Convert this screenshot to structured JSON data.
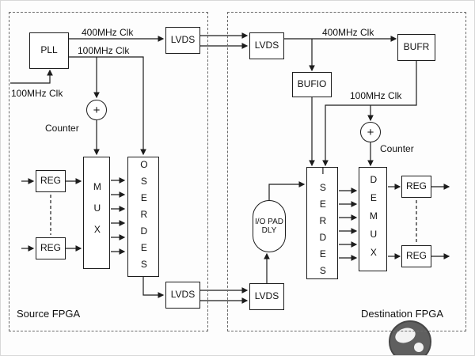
{
  "source": {
    "title": "Source FPGA",
    "pll": "PLL",
    "clk400": "400MHz Clk",
    "clk100": "100MHz Clk",
    "clk100_input": "100MHz Clk",
    "plus": "+",
    "counter": "Counter",
    "reg_top": "REG",
    "reg_bottom": "REG",
    "mux": "MUX",
    "oserdes": "OSERDES",
    "lvds_top": "LVDS",
    "lvds_bottom": "LVDS"
  },
  "destination": {
    "title": "Destination FPGA",
    "lvds_top": "LVDS",
    "lvds_bottom": "LVDS",
    "clk400": "400MHz Clk",
    "clk100": "100MHz Clk",
    "bufio": "BUFIO",
    "bufr": "BUFR",
    "plus": "+",
    "counter": "Counter",
    "io_pad_dly": "I/O PAD DLY",
    "iserdes": "ISERDES",
    "demux": "DEMUX",
    "reg_top": "REG",
    "reg_bottom": "REG"
  },
  "icons": {
    "watermark": "watermark-logo"
  },
  "colors": {
    "line": "#1c1c1c",
    "background": "#fdfdfd"
  }
}
